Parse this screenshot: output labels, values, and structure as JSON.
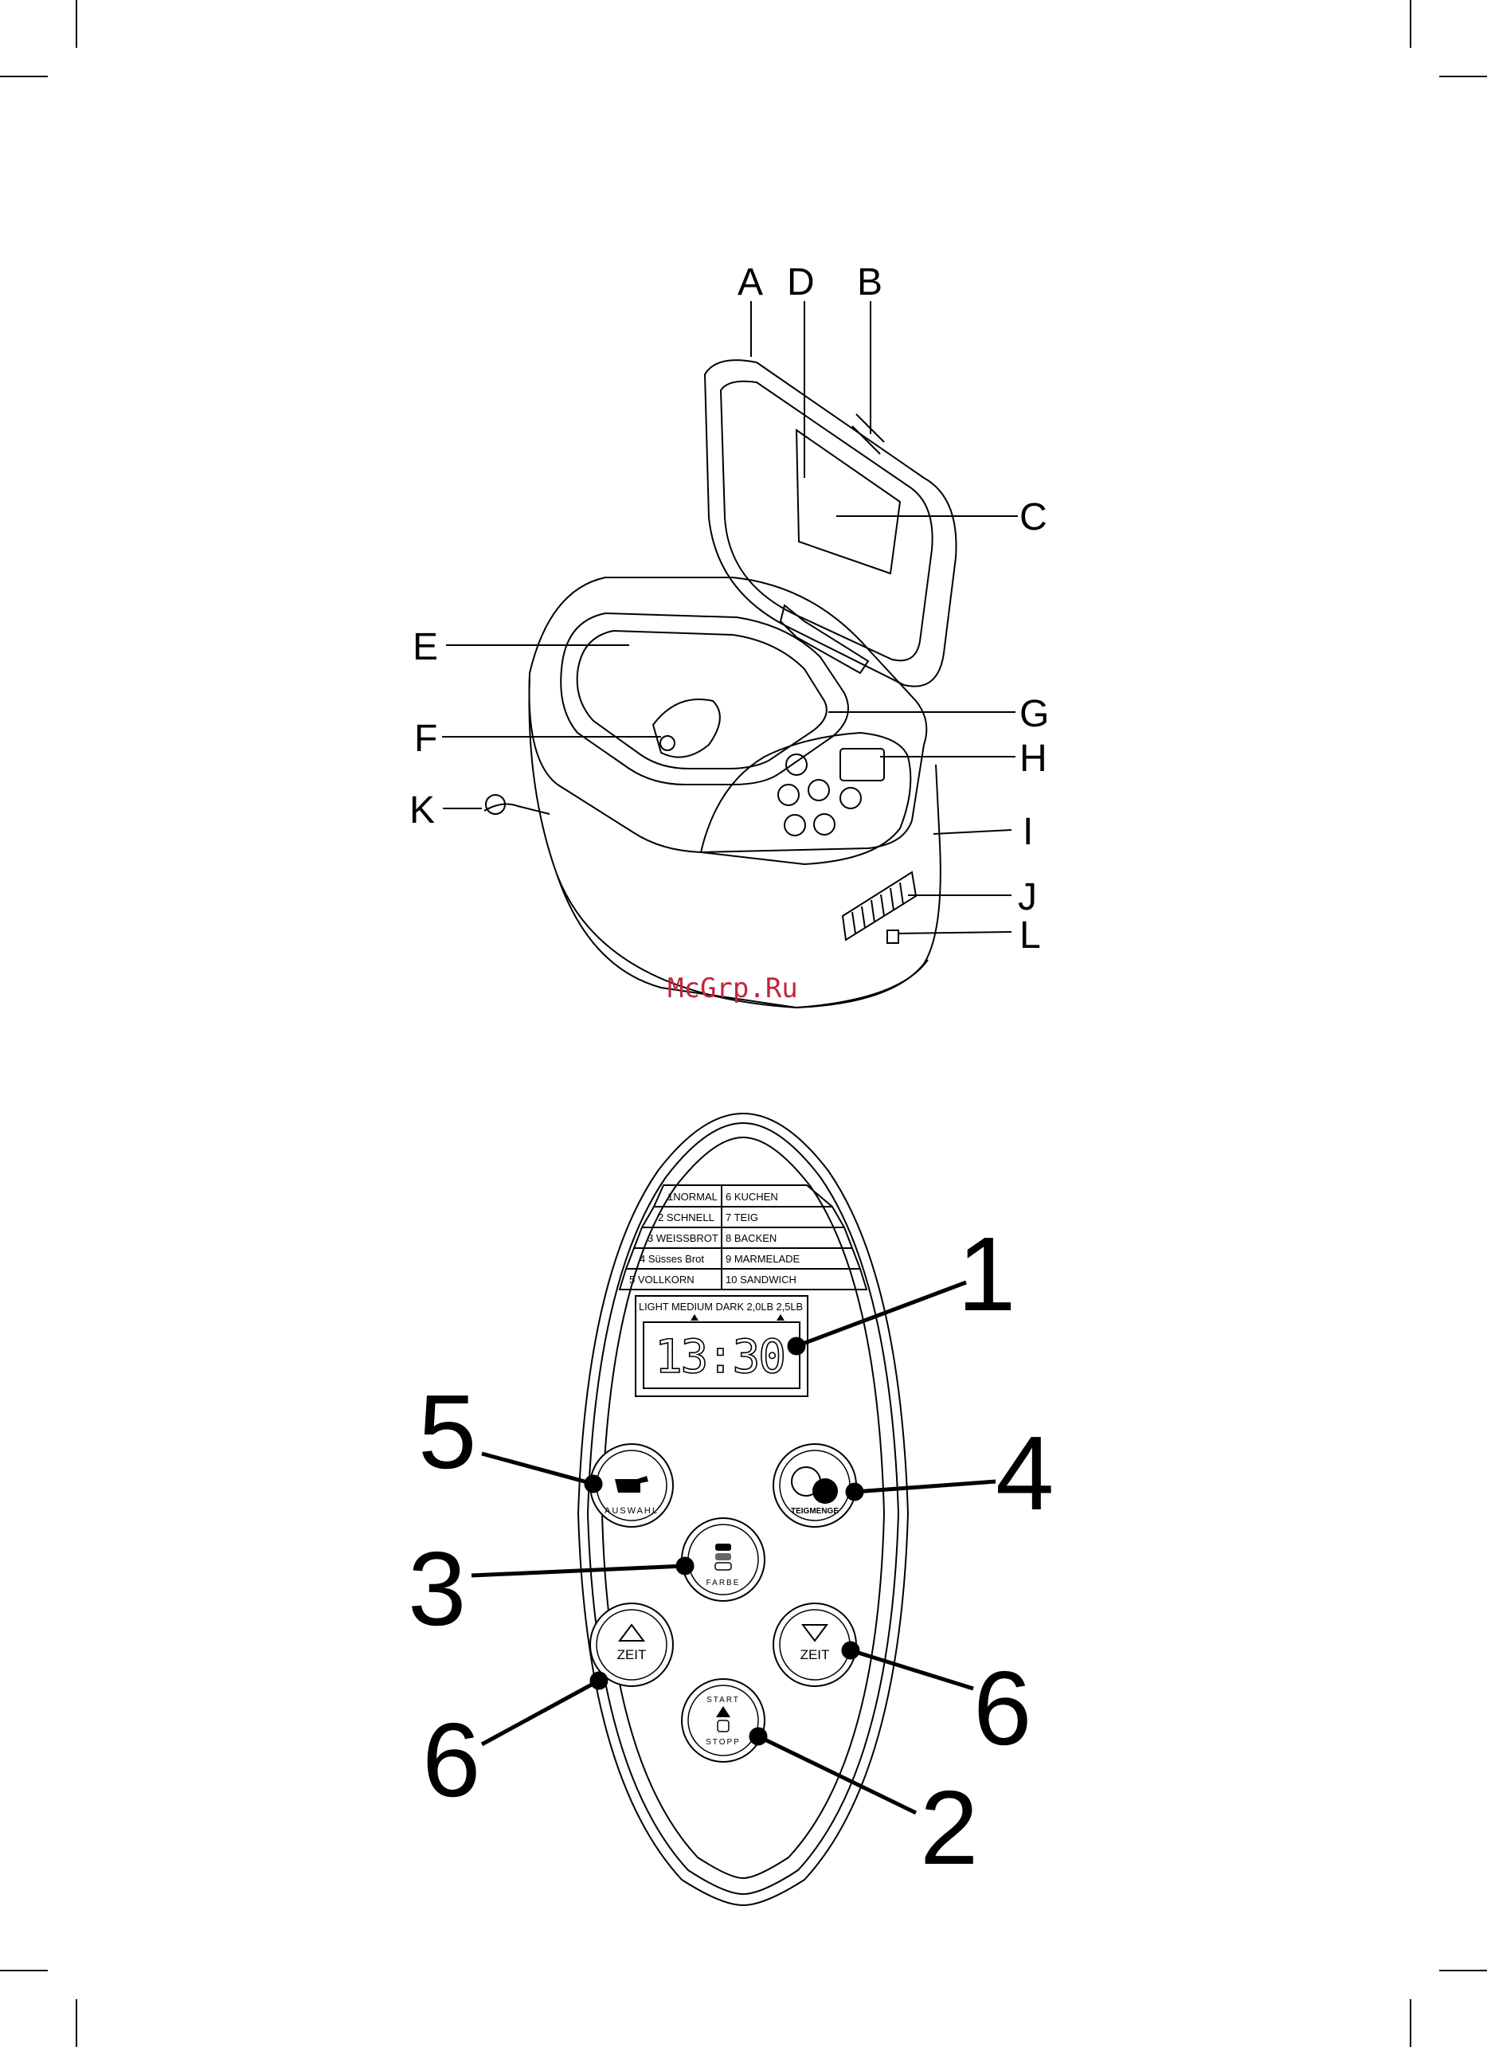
{
  "top_diagram": {
    "labels": {
      "A": "A",
      "B": "B",
      "C": "C",
      "D": "D",
      "E": "E",
      "F": "F",
      "G": "G",
      "H": "H",
      "I": "I",
      "J": "J",
      "K": "K",
      "L": "L"
    }
  },
  "watermark": "McGrp.Ru",
  "watermark_color": "#c0263a",
  "control_panel": {
    "programs_left": [
      "1NORMAL",
      "2 SCHNELL",
      "3 WEISSBROT",
      "4 Süsses Brot",
      "5 VOLLKORN"
    ],
    "programs_right": [
      "6 KUCHEN",
      "7 TEIG",
      "8 BACKEN",
      "9 MARMELADE",
      "10 SANDWICH"
    ],
    "display_header": "LIGHT  MEDIUM  DARK  2,0LB  2,5LB",
    "display_time": "13:30",
    "buttons": {
      "select": "AUSWAHL",
      "loaf_size": "TEIGMENGE",
      "color": "FARBE",
      "time_up": "ZEIT",
      "time_down": "ZEIT",
      "start": "START",
      "stop": "STOPP"
    },
    "callouts": {
      "display": "1",
      "start_stop": "2",
      "color": "3",
      "loaf_size": "4",
      "select": "5",
      "time_left": "6",
      "time_right": "6"
    }
  }
}
